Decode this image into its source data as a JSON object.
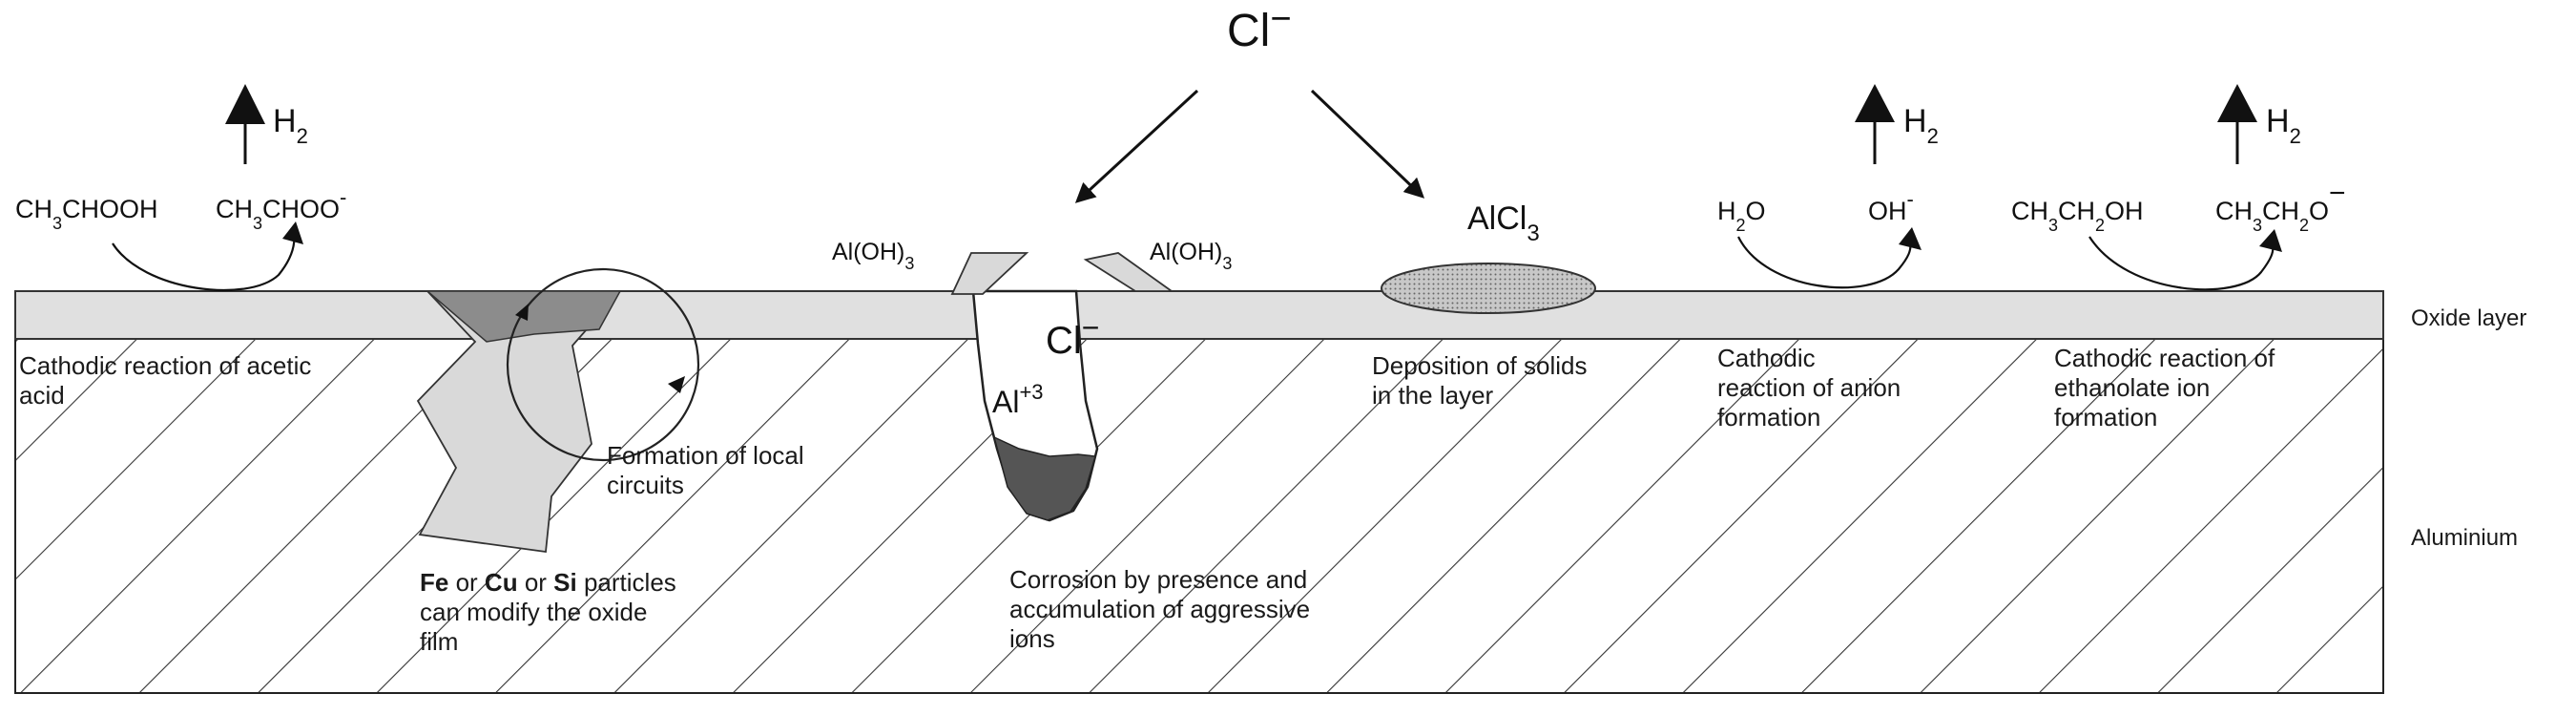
{
  "chloride_ion": "Cl",
  "chloride_charge": "−",
  "h2_label": "H",
  "h2_sub": "2",
  "acetic_acid": [
    "CH",
    "3",
    "CHOOH"
  ],
  "acetate": [
    "CH",
    "3",
    "CHOO",
    "-"
  ],
  "water": [
    "H",
    "2",
    "O"
  ],
  "hydroxide": [
    "OH",
    "-"
  ],
  "ethanol": [
    "CH",
    "3",
    "CH",
    "2",
    "OH"
  ],
  "ethanolate": [
    "CH",
    "3",
    "CH",
    "2",
    "O",
    "−"
  ],
  "aloh3_left": [
    "Al(OH)",
    "3"
  ],
  "aloh3_right": [
    "Al(OH)",
    "3"
  ],
  "alcl3": [
    "AlCl",
    "3"
  ],
  "pit_chloride": [
    "Cl",
    "−"
  ],
  "pit_aluminium": [
    "Al",
    "+3"
  ],
  "layer_labels": {
    "oxide": "Oxide layer",
    "aluminium": "Aluminium"
  },
  "annotations": {
    "cathodic_acetic": "Cathodic reaction of acetic\nacid",
    "local_circuits": "Formation of local\ncircuits",
    "particles_fe": "Fe",
    "particles_or1": " or ",
    "particles_cu": "Cu",
    "particles_or2": " or ",
    "particles_si": "Si",
    "particles_rest": " particles\ncan modify the oxide\nfilm",
    "corrosion": "Corrosion by presence and\naccumulation of aggressive\nions",
    "deposition": "Deposition of solids\nin the layer",
    "anion": "Cathodic\nreaction of anion\nformation",
    "ethanolate": "Cathodic reaction of\nethanolate ion\nformation"
  },
  "colors": {
    "oxide_fill": "#e0e0e0",
    "particle_dark": "#8c8c8c",
    "particle_light": "#d9d9d9",
    "corrosion_product": "#555555",
    "hatch": "#333333"
  }
}
